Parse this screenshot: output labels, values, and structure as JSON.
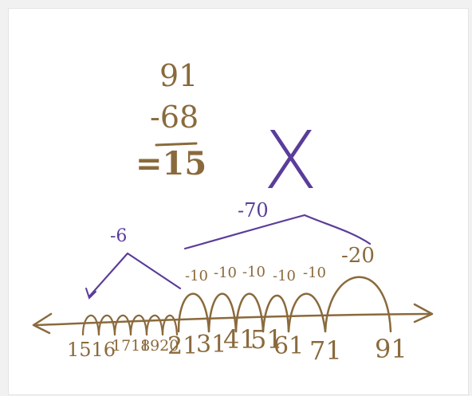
{
  "colors": {
    "brown_ink": "#8a6a3c",
    "purple_ink": "#5a3d9a",
    "paper": "#ffffff",
    "background": "#f1f1f1"
  },
  "subtraction": {
    "minuend": "91",
    "subtrahend": "-68",
    "result": "=15"
  },
  "crossed_mark": "X",
  "big_jump": {
    "label": "-70"
  },
  "small_jump": {
    "label": "-6"
  },
  "jump_labels": [
    "-10",
    "-10",
    "-10",
    "-10",
    "-10",
    "-20"
  ],
  "number_line_labels": [
    "1516",
    "1718",
    "1920",
    "21",
    "31",
    "41",
    "51",
    "61",
    "71",
    "91"
  ]
}
